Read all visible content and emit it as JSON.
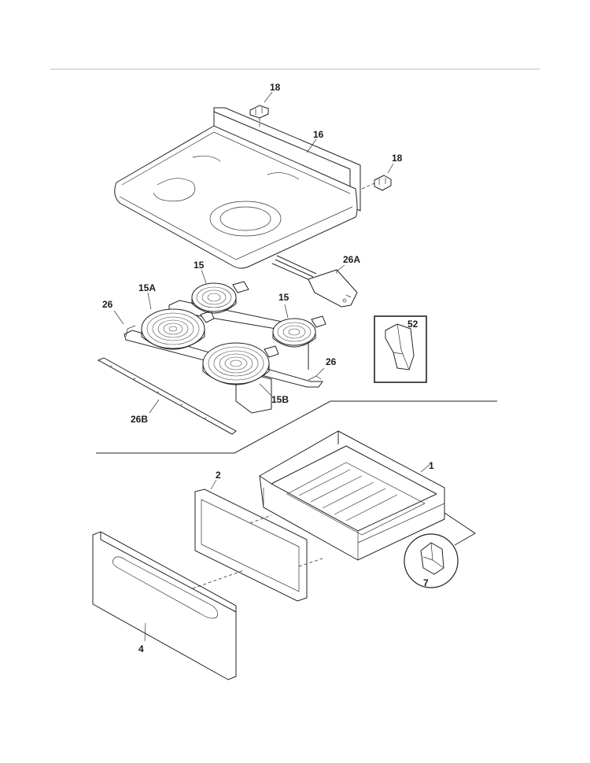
{
  "parts": [
    {
      "id": "top-bracket",
      "label": "18"
    },
    {
      "id": "cooktop",
      "label": "16"
    },
    {
      "id": "right-bracket",
      "label": "18"
    },
    {
      "id": "harness",
      "label": "26A"
    },
    {
      "id": "element-rear-left",
      "label": "15"
    },
    {
      "id": "element-rear-right",
      "label": "15"
    },
    {
      "id": "element-front-left",
      "label": "15A"
    },
    {
      "id": "element-front-right",
      "label": "15B"
    },
    {
      "id": "rail-left",
      "label": "26"
    },
    {
      "id": "rail-right",
      "label": "26"
    },
    {
      "id": "strip",
      "label": "26B"
    },
    {
      "id": "inset-part",
      "label": "52"
    },
    {
      "id": "drawer-body",
      "label": "1"
    },
    {
      "id": "drawer-gasket",
      "label": "2"
    },
    {
      "id": "drawer-front",
      "label": "4"
    },
    {
      "id": "drawer-clip",
      "label": "7"
    }
  ]
}
